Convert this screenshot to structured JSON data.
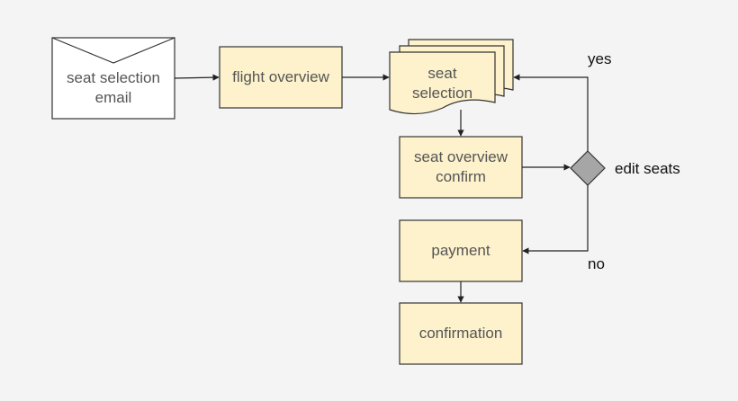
{
  "colors": {
    "background": "#f4f4f4",
    "box_fill": "#fdf2cc",
    "box_stroke": "#333333",
    "envelope_fill": "#ffffff",
    "diamond_fill": "#a6a6a6",
    "box_text": "#555555",
    "label_text": "#111111"
  },
  "nodes": {
    "email": {
      "label": "seat selection\nemail",
      "icon": "envelope-icon"
    },
    "flight_overview": {
      "label": "flight overview"
    },
    "seat_selection": {
      "label": "seat\nselection",
      "icon": "stacked-documents-icon"
    },
    "seat_overview_confirm": {
      "label": "seat overview\nconfirm"
    },
    "edit_seats": {
      "label": "edit seats",
      "icon": "decision-diamond-icon"
    },
    "payment": {
      "label": "payment"
    },
    "confirmation": {
      "label": "confirmation"
    }
  },
  "edge_labels": {
    "yes": "yes",
    "no": "no"
  }
}
